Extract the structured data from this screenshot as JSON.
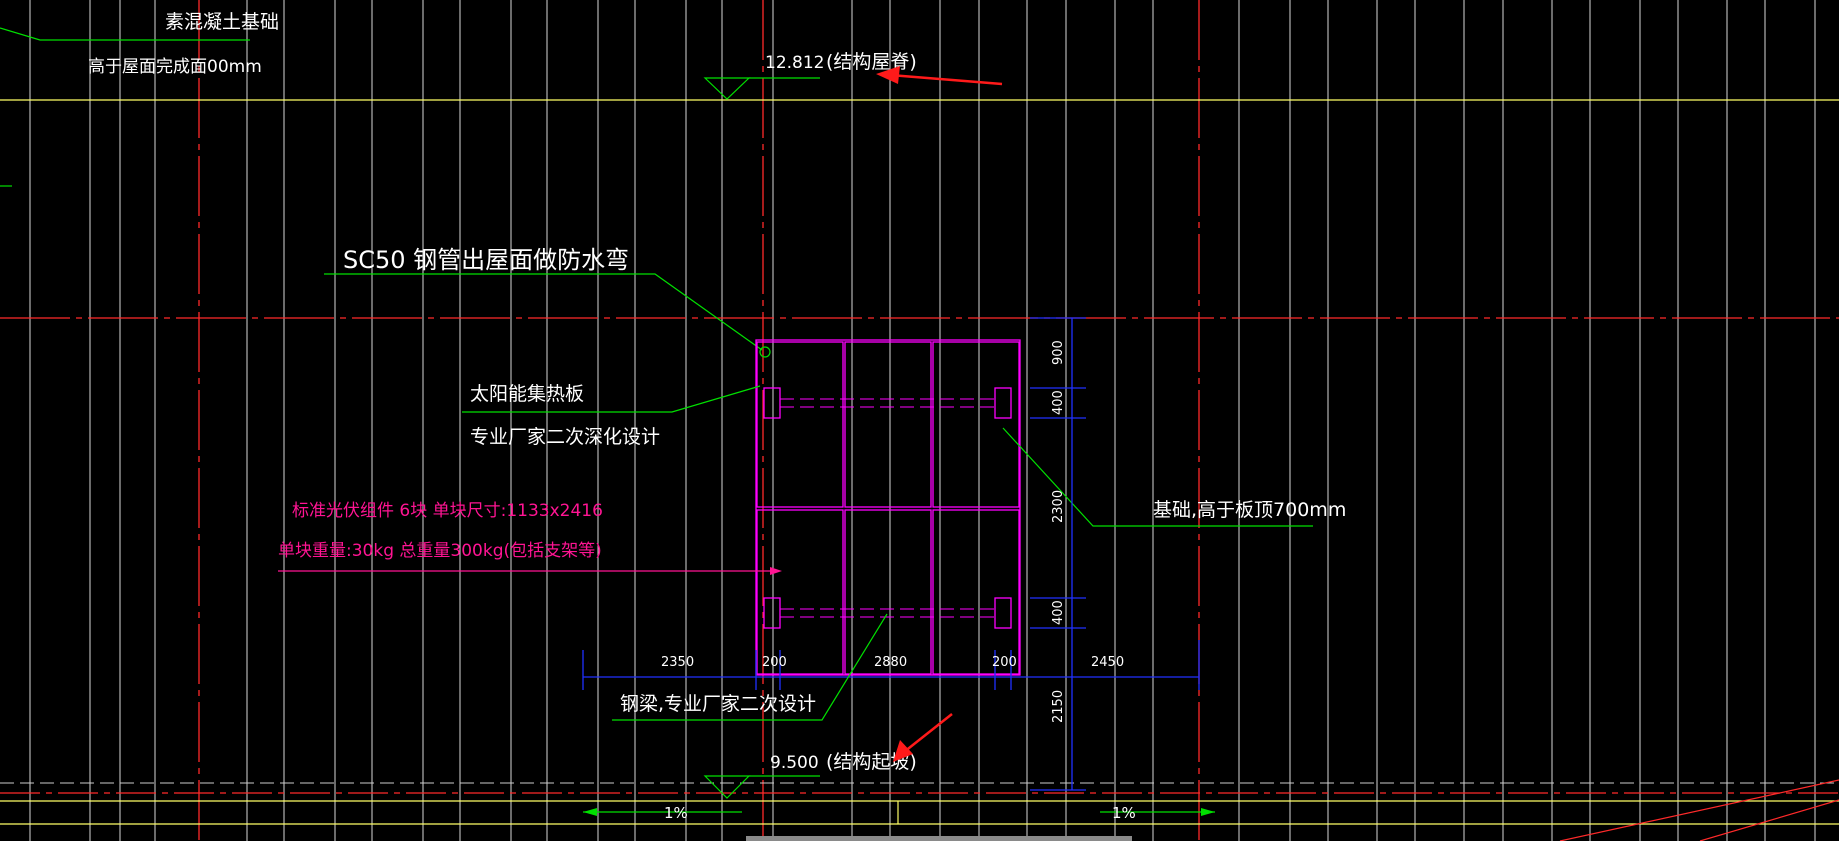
{
  "labels": {
    "top_left_1": "素混凝土基础",
    "top_left_2": "高于屋面完成面00mm",
    "elev_top_value": "12.812",
    "elev_top_note": "(结构屋脊)",
    "pipe_note": "SC50  钢管出屋面做防水弯",
    "panel_note_1": "太阳能集热板",
    "panel_note_2": "专业厂家二次深化设计",
    "pv_note_1": "标准光伏组件 6块  单块尺寸:1133x2416",
    "pv_note_2": "单块重量:30kg 总重量300kg(包括支架等)",
    "base_note": "基础,高于板顶700mm",
    "beam_note": "钢梁,专业厂家二次设计",
    "elev_bottom_value": "9.500",
    "elev_bottom_note": "(结构起坡)",
    "slope_left": "1%",
    "slope_right": "1%"
  },
  "dimensions": {
    "right_900": "900",
    "right_400a": "400",
    "right_2300": "2300",
    "right_400b": "400",
    "right_2150": "2150",
    "bottom_2350": "2350",
    "bottom_200a": "200",
    "bottom_2880": "2880",
    "bottom_200b": "200",
    "bottom_2450": "2450"
  },
  "colors": {
    "background": "#000000",
    "grid_white": "#d8d8d8",
    "axis_red": "#ff2a2a",
    "leader_green": "#00e000",
    "panel_magenta": "#ff00ff",
    "dim_blue": "#2030ff",
    "level_yellow": "#ffff66",
    "pink_text": "#ff1493",
    "arrow_red": "#ff1a1a"
  }
}
